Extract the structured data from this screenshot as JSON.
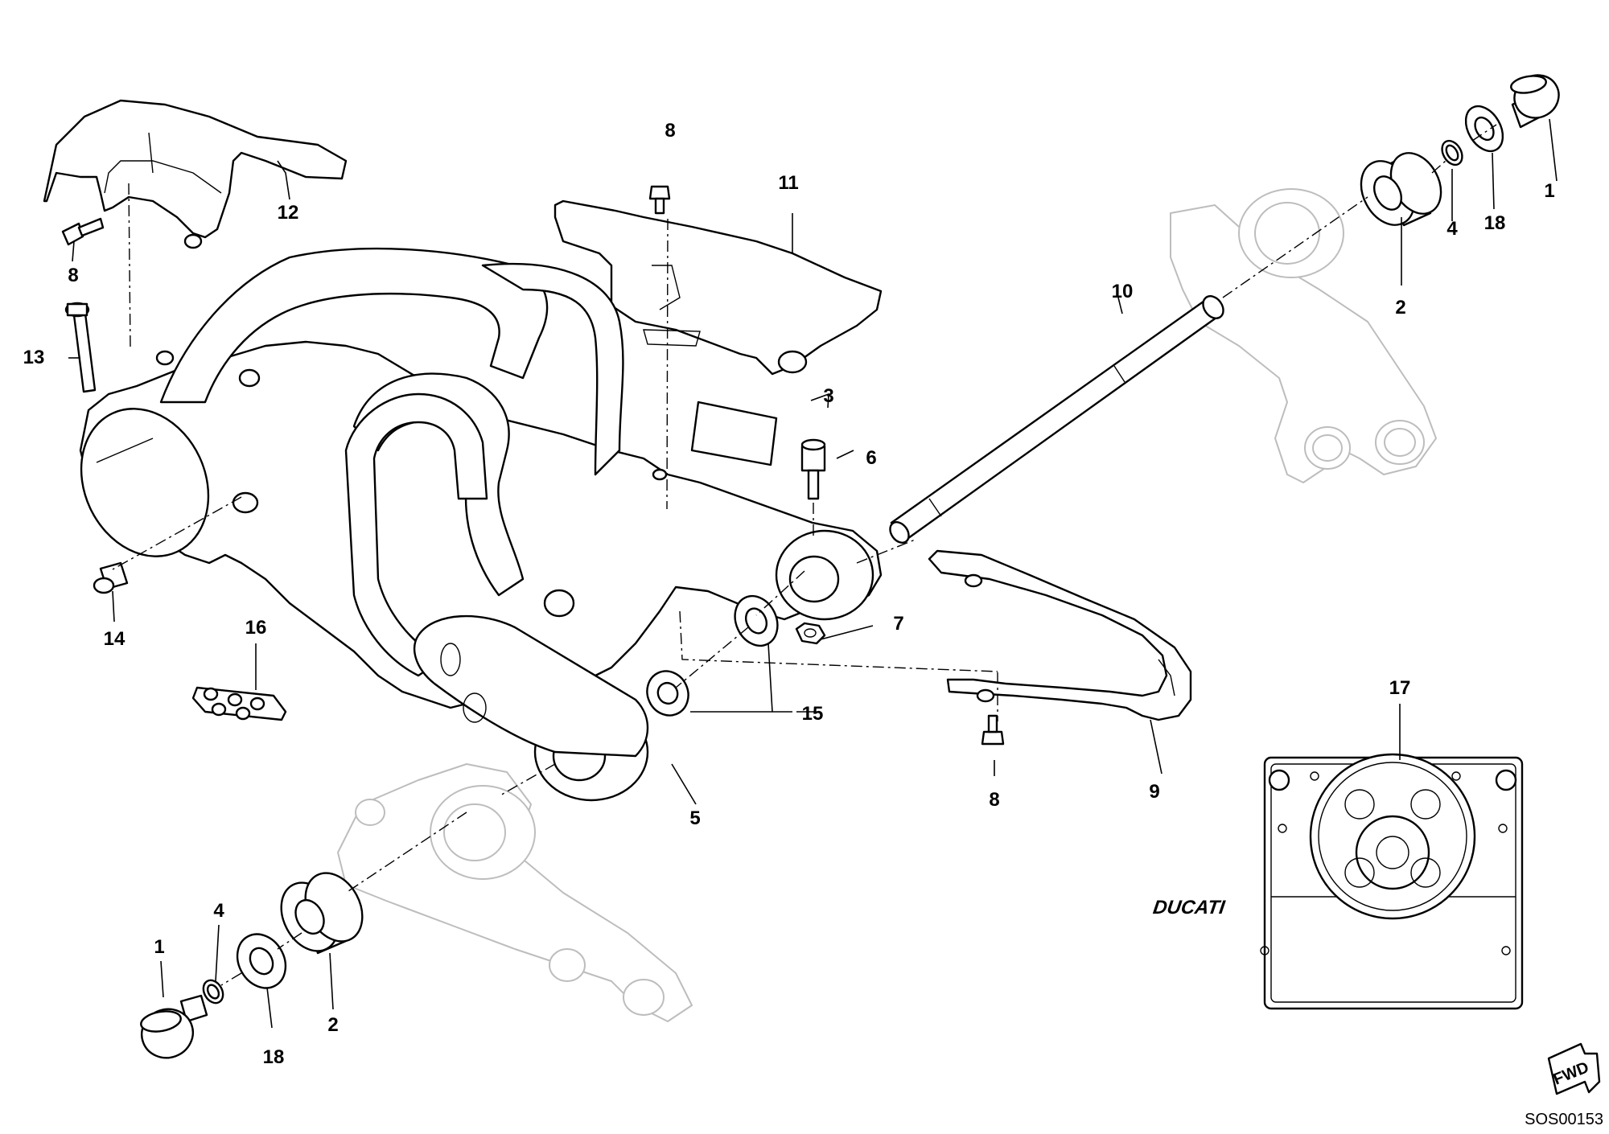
{
  "diagram": {
    "callouts": {
      "c1a": "1",
      "c1b": "1",
      "c2a": "2",
      "c2b": "2",
      "c3": "3",
      "c4a": "4",
      "c4b": "4",
      "c5": "5",
      "c6": "6",
      "c7": "7",
      "c8a": "8",
      "c8b": "8",
      "c8c": "8",
      "c9": "9",
      "c10": "10",
      "c11": "11",
      "c12": "12",
      "c13": "13",
      "c14": "14",
      "c15": "15",
      "c16": "16",
      "c17": "17",
      "c18a": "18",
      "c18b": "18"
    },
    "kit_brand": "DUCATI",
    "fwd_label": "FWD",
    "drawing_code": "SOS00153"
  }
}
